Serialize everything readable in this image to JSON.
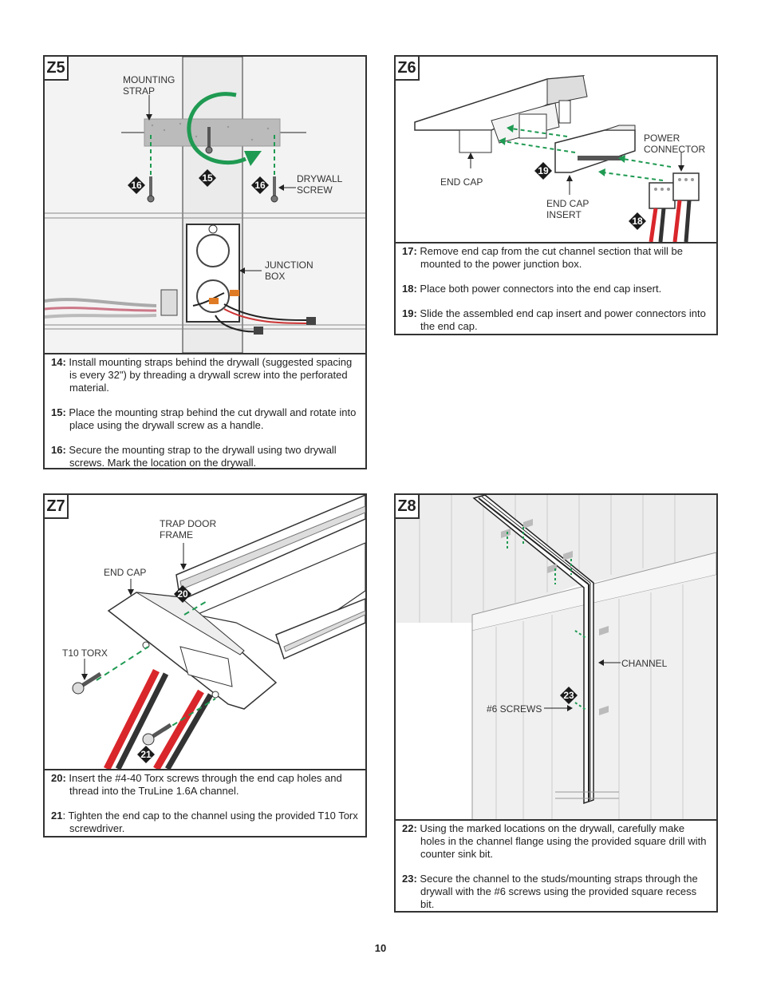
{
  "page_number": "10",
  "panels": {
    "z5": {
      "title": "Z5",
      "labels": {
        "mounting_strap": "MOUNTING\nSTRAP",
        "drywall_screw": "DRYWALL\nSCREW",
        "junction_box": "JUNCTION\nBOX"
      },
      "badges": [
        "16",
        "15",
        "16"
      ],
      "steps": [
        {
          "num": "14:",
          "text": "Install mounting straps behind the drywall (suggested spacing is every 32\") by threading a drywall screw into the perforated material."
        },
        {
          "num": "15:",
          "text": "Place the mounting strap behind the cut drywall and rotate into place using the drywall screw as a handle."
        },
        {
          "num": "16:",
          "text": "Secure the mounting strap to the drywall using two drywall screws.  Mark the location on the drywall."
        }
      ]
    },
    "z6": {
      "title": "Z6",
      "labels": {
        "power_connector": "POWER\nCONNECTOR",
        "end_cap": "END CAP",
        "end_cap_insert": "END CAP\nINSERT"
      },
      "badges": [
        "19",
        "18"
      ],
      "steps": [
        {
          "num": "17:",
          "text": "Remove end cap from the cut channel section that will be mounted to the power junction box."
        },
        {
          "num": "18:",
          "text": "Place both power connectors into the end cap insert."
        },
        {
          "num": "19:",
          "text": "Slide the assembled end cap insert and power connectors into the end cap."
        }
      ]
    },
    "z7": {
      "title": "Z7",
      "labels": {
        "trap_door_frame": "TRAP DOOR\nFRAME",
        "end_cap": "END CAP",
        "t10_torx": "T10 TORX"
      },
      "badges": [
        "20",
        "21"
      ],
      "steps": [
        {
          "num": "20:",
          "text": "Insert the #4-40 Torx screws through the end cap holes and thread into the TruLine 1.6A  channel."
        },
        {
          "num": "21",
          "text": ": Tighten the end cap to the channel using the provided T10 Torx screwdriver."
        }
      ]
    },
    "z8": {
      "title": "Z8",
      "labels": {
        "channel": "CHANNEL",
        "screws": "#6 SCREWS"
      },
      "badges": [
        "23"
      ],
      "steps": [
        {
          "num": "22:",
          "text": "Using the marked locations on the drywall, carefully make holes in the channel flange using the provided square drill with counter sink bit."
        },
        {
          "num": "23:",
          "text": "Secure the channel to the studs/mounting straps through the drywall with the #6 screws using the provided square recess bit."
        }
      ]
    }
  },
  "colors": {
    "accent_green": "#1f9a52",
    "badge_fill": "#1a1a1a",
    "wire_red": "#d9262b",
    "border": "#333333"
  }
}
